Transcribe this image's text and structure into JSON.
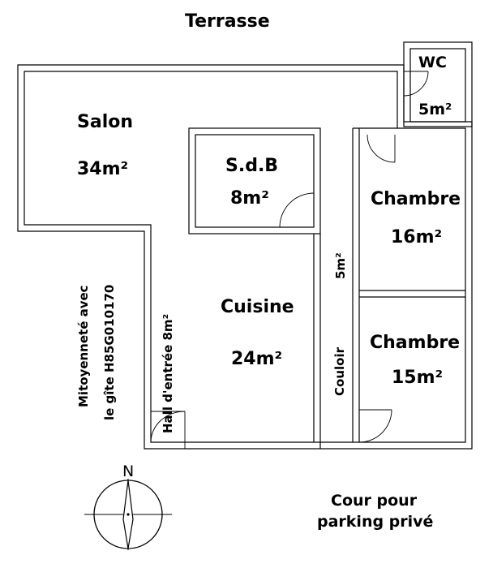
{
  "labels": {
    "terrasse": "Terrasse",
    "salon_name": "Salon",
    "salon_area": "34m²",
    "wc_name": "WC",
    "wc_area": "5m²",
    "sdb_name": "S.d.B",
    "sdb_area": "8m²",
    "chambre1_name": "Chambre",
    "chambre1_area": "16m²",
    "couloir_area": "5m²",
    "cuisine_name": "Cuisine",
    "cuisine_area": "24m²",
    "couloir_name": "Couloir",
    "chambre2_name": "Chambre",
    "chambre2_area": "15m²",
    "hall": "Hall d'entrée 8m²",
    "mitoyennete_line1": "Mitoyenneté avec",
    "mitoyennete_line2": "le gîte H85G010170",
    "cour_line1": "Cour pour",
    "cour_line2": "parking privé",
    "north": "N"
  }
}
